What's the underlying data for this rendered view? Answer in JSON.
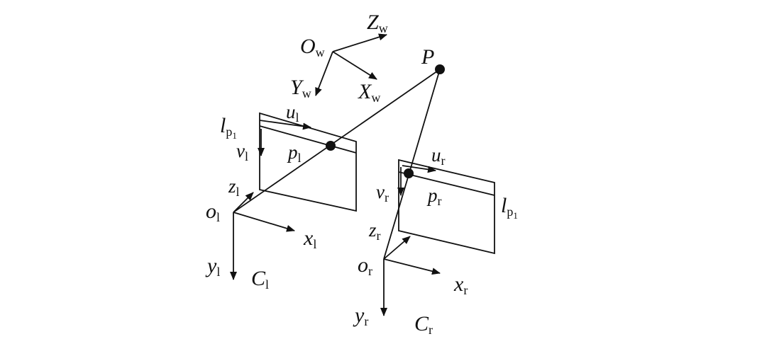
{
  "world": {
    "origin": {
      "base": "O",
      "sub": "w"
    },
    "z_axis": {
      "base": "Z",
      "sub": "w"
    },
    "y_axis": {
      "base": "Y",
      "sub": "w"
    },
    "x_axis": {
      "base": "X",
      "sub": "w"
    }
  },
  "point": {
    "label": "P"
  },
  "left_camera": {
    "origin": {
      "base": "o",
      "sub": "l"
    },
    "x_axis": {
      "base": "x",
      "sub": "l"
    },
    "y_axis": {
      "base": "y",
      "sub": "l"
    },
    "z_axis": {
      "base": "z",
      "sub": "l"
    },
    "name": {
      "base": "C",
      "sub": "l"
    },
    "plane": {
      "base": "l",
      "sub": "p",
      "subsub": "1"
    },
    "u": {
      "base": "u",
      "sub": "l"
    },
    "v": {
      "base": "v",
      "sub": "l"
    },
    "projection": {
      "base": "p",
      "sub": "l"
    }
  },
  "right_camera": {
    "origin": {
      "base": "o",
      "sub": "r"
    },
    "x_axis": {
      "base": "x",
      "sub": "r"
    },
    "y_axis": {
      "base": "y",
      "sub": "r"
    },
    "z_axis": {
      "base": "z",
      "sub": "r"
    },
    "name": {
      "base": "C",
      "sub": "r"
    },
    "plane": {
      "base": "l",
      "sub": "p",
      "subsub": "1"
    },
    "u": {
      "base": "u",
      "sub": "r"
    },
    "v": {
      "base": "v",
      "sub": "r"
    },
    "projection": {
      "base": "p",
      "sub": "r"
    }
  }
}
